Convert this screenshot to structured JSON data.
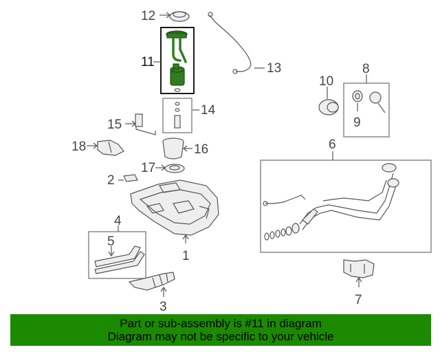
{
  "diagram": {
    "callouts": {
      "p1": "1",
      "p2": "2",
      "p3": "3",
      "p4": "4",
      "p5": "5",
      "p6": "6",
      "p7": "7",
      "p8": "8",
      "p9": "9",
      "p10": "10",
      "p11": "11",
      "p12": "12",
      "p13": "13",
      "p14": "14",
      "p15": "15",
      "p16": "16",
      "p17": "17",
      "p18": "18"
    },
    "highlighted_part": "11",
    "highlight_color": "#2f7d1f"
  },
  "banner": {
    "line1": "Part or sub-assembly is #11 in diagram",
    "line2": "Diagram may not be specific to your vehicle",
    "background": "#1b8a00"
  }
}
